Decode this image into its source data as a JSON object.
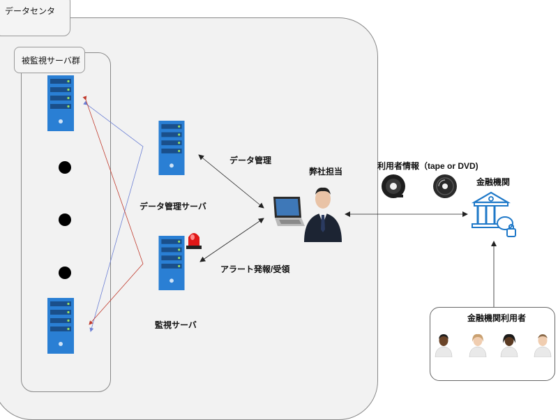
{
  "datacenter": {
    "label": "データセンタ"
  },
  "monitored_group": {
    "label": "被監視サーバ群"
  },
  "data_mgmt_server": {
    "label": "データ管理サーバ"
  },
  "monitoring_server": {
    "label": "監視サーバ"
  },
  "edges": {
    "data_mgmt": "データ管理",
    "alert": "アラート発報/受領"
  },
  "operator": {
    "label": "弊社担当"
  },
  "user_info": {
    "label": "利用者情報（tape or DVD)"
  },
  "bank": {
    "label": "金融機関"
  },
  "bank_users": {
    "label": "金融機関利用者"
  },
  "colors": {
    "server_blue": "#2a7fd4",
    "server_dark": "#1a5fa8",
    "bank_icon": "#1e78c8",
    "line_red": "#c0392b",
    "line_blue": "#6b7fd4"
  },
  "icons": [
    "server-icon",
    "alarm-siren-icon",
    "laptop-icon",
    "businessman-icon",
    "tape-reel-icon",
    "disc-icon",
    "bank-icon",
    "person-icon"
  ]
}
